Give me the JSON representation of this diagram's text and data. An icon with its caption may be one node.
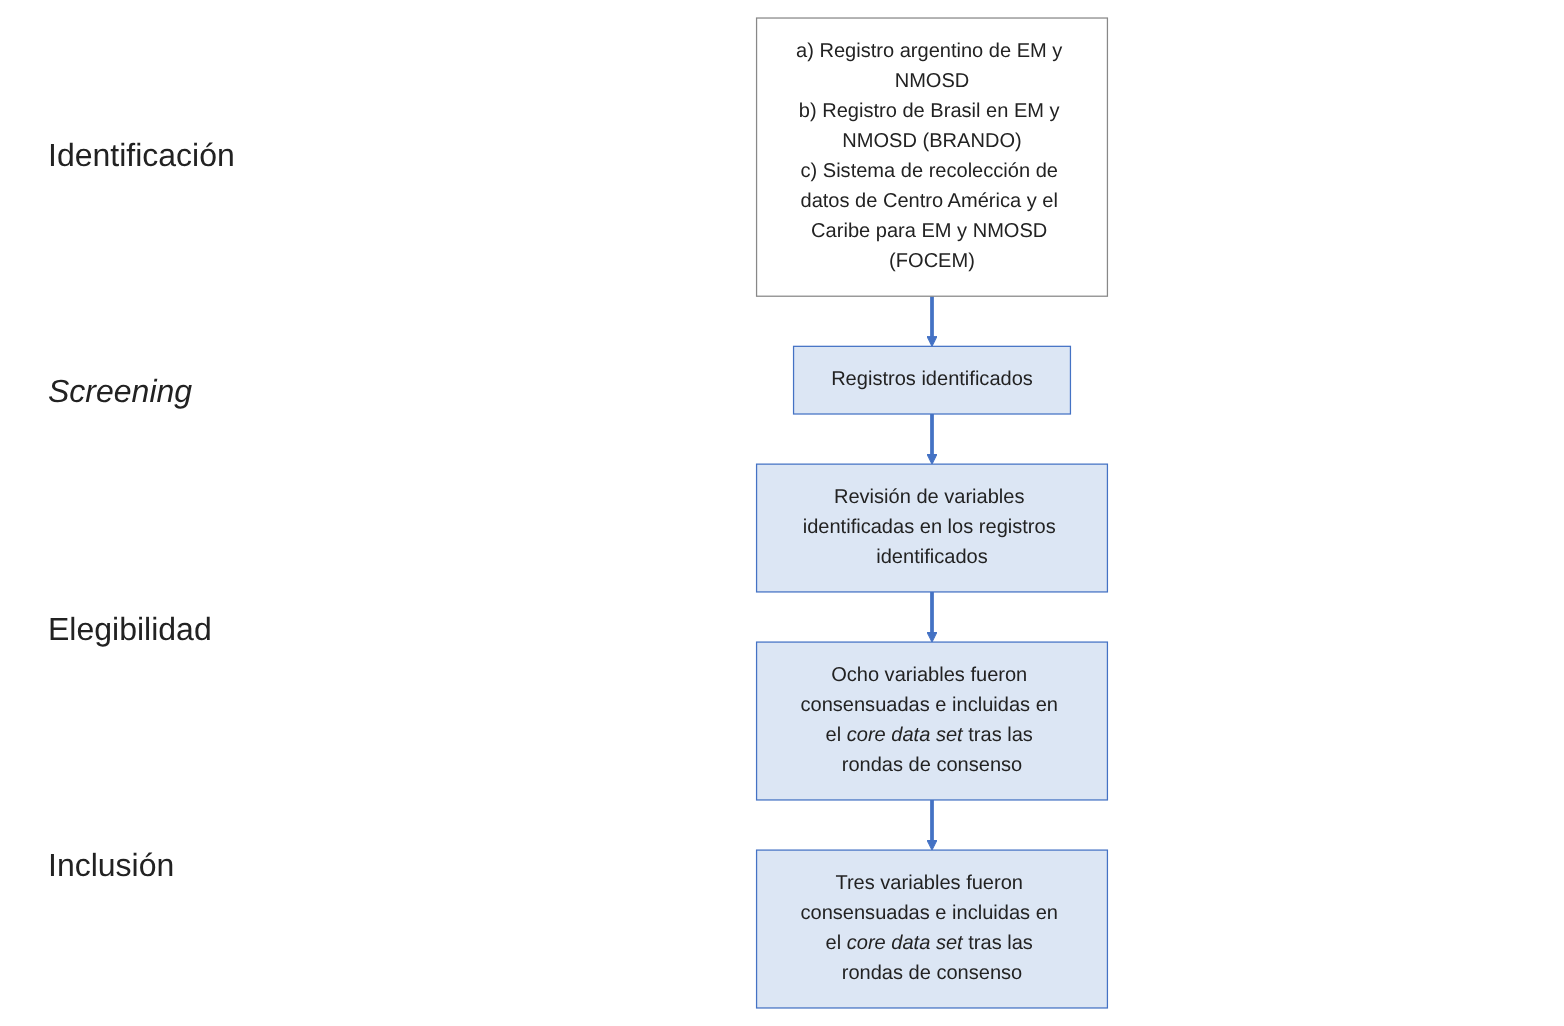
{
  "diagram": {
    "nodes": [
      {
        "text": [
          "Registros identificados"
        ]
      },
      {
        "text": [
          "a) Registro argentino de EM y NMOSD",
          "b) Registro de Brasil en EM y NMOSD (BRANDO)",
          "c) Sistema de recolección de datos de Centro América y el Caribe para EM y NMOSD (FOCEM)"
        ]
      },
      {
        "text": [
          "Revisión de variables identificadas en los registros identificados"
        ]
      },
      {
        "text": [
          "Ocho variables fueron consensuadas e incluidas en el *core data set* tras las rondas de consenso"
        ]
      },
      {
        "text": [
          "Tres variables fueron consensuadas e incluidas en el *core data set* tras las rondas de consenso"
        ]
      }
    ],
    "edges": [
      {
        "from": 1,
        "to": 0,
        "arrow": "to"
      },
      {
        "from": 0,
        "to": 2,
        "arrow": "to"
      },
      {
        "from": 2,
        "to": 3,
        "arrow": "to"
      },
      {
        "from": 3,
        "to": 4,
        "arrow": "to"
      }
    ],
    "labels": [
      "Identificación",
      "Screening",
      "Elegibilidad",
      "Inclusión"
    ]
  }
}
